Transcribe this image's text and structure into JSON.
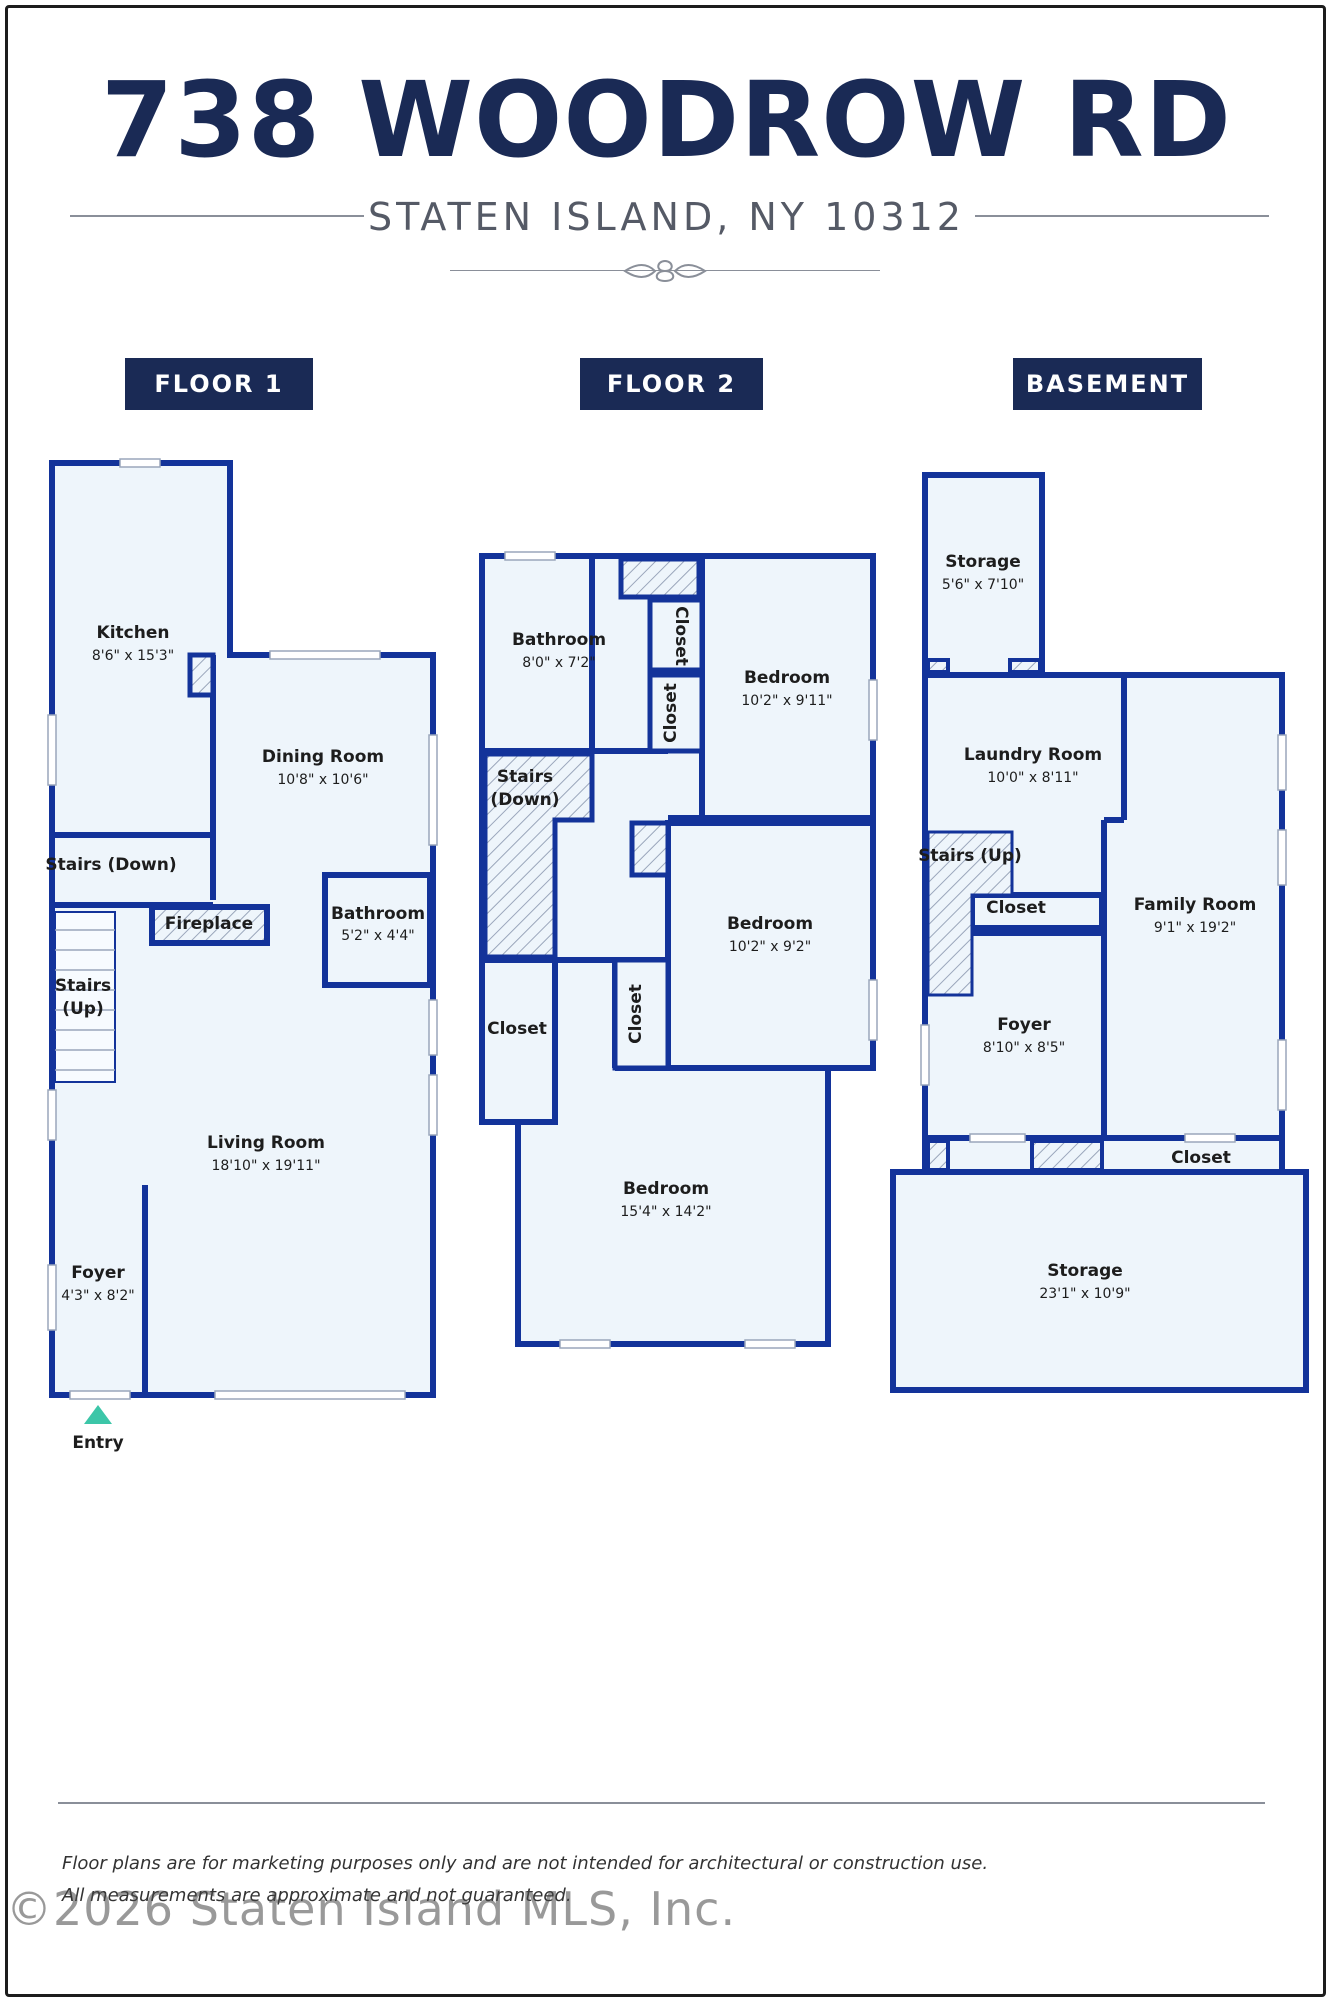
{
  "header": {
    "address": "738 WOODROW RD",
    "city": "STATEN ISLAND, NY 10312"
  },
  "floors": {
    "floor1": "FLOOR 1",
    "floor2": "FLOOR 2",
    "basement": "BASEMENT"
  },
  "rooms": {
    "f1_kitchen": {
      "name": "Kitchen",
      "dims": "8'6\" x 15'3\""
    },
    "f1_dining": {
      "name": "Dining Room",
      "dims": "10'8\" x 10'6\""
    },
    "f1_stairs_down": {
      "name": "Stairs (Down)"
    },
    "f1_fireplace": {
      "name": "Fireplace"
    },
    "f1_bathroom": {
      "name": "Bathroom",
      "dims": "5'2\" x 4'4\""
    },
    "f1_stairs_up": {
      "name": "Stairs",
      "name2": "(Up)"
    },
    "f1_living": {
      "name": "Living Room",
      "dims": "18'10\" x 19'11\""
    },
    "f1_foyer": {
      "name": "Foyer",
      "dims": "4'3\" x 8'2\""
    },
    "f1_entry": {
      "name": "Entry"
    },
    "f2_bathroom": {
      "name": "Bathroom",
      "dims": "8'0\" x 7'2\""
    },
    "f2_closet_a": {
      "name": "Closet"
    },
    "f2_closet_b": {
      "name": "Closet"
    },
    "f2_bedroom1": {
      "name": "Bedroom",
      "dims": "10'2\" x 9'11\""
    },
    "f2_stairs": {
      "name": "Stairs",
      "name2": "(Down)"
    },
    "f2_bedroom2": {
      "name": "Bedroom",
      "dims": "10'2\" x 9'2\""
    },
    "f2_closet_c": {
      "name": "Closet"
    },
    "f2_closet_d": {
      "name": "Closet"
    },
    "f2_bedroom3": {
      "name": "Bedroom",
      "dims": "15'4\" x 14'2\""
    },
    "b_storage_top": {
      "name": "Storage",
      "dims": "5'6\" x 7'10\""
    },
    "b_laundry": {
      "name": "Laundry Room",
      "dims": "10'0\" x 8'11\""
    },
    "b_stairs_up": {
      "name": "Stairs (Up)"
    },
    "b_closet_a": {
      "name": "Closet"
    },
    "b_family": {
      "name": "Family Room",
      "dims": "9'1\" x 19'2\""
    },
    "b_foyer": {
      "name": "Foyer",
      "dims": "8'10\" x 8'5\""
    },
    "b_closet_b": {
      "name": "Closet"
    },
    "b_storage_bottom": {
      "name": "Storage",
      "dims": "23'1\" x 10'9\""
    }
  },
  "footer": {
    "line1": "Floor plans are for marketing purposes only and are not intended for architectural or construction use.",
    "line2": "All measurements are approximate and not guaranteed.",
    "watermark": "©2026 Staten Island MLS, Inc."
  },
  "colors": {
    "wall": "#13339a",
    "fill": "#eef5fb",
    "navy": "#1a2a55",
    "entry_marker": "#3cc6a8"
  }
}
